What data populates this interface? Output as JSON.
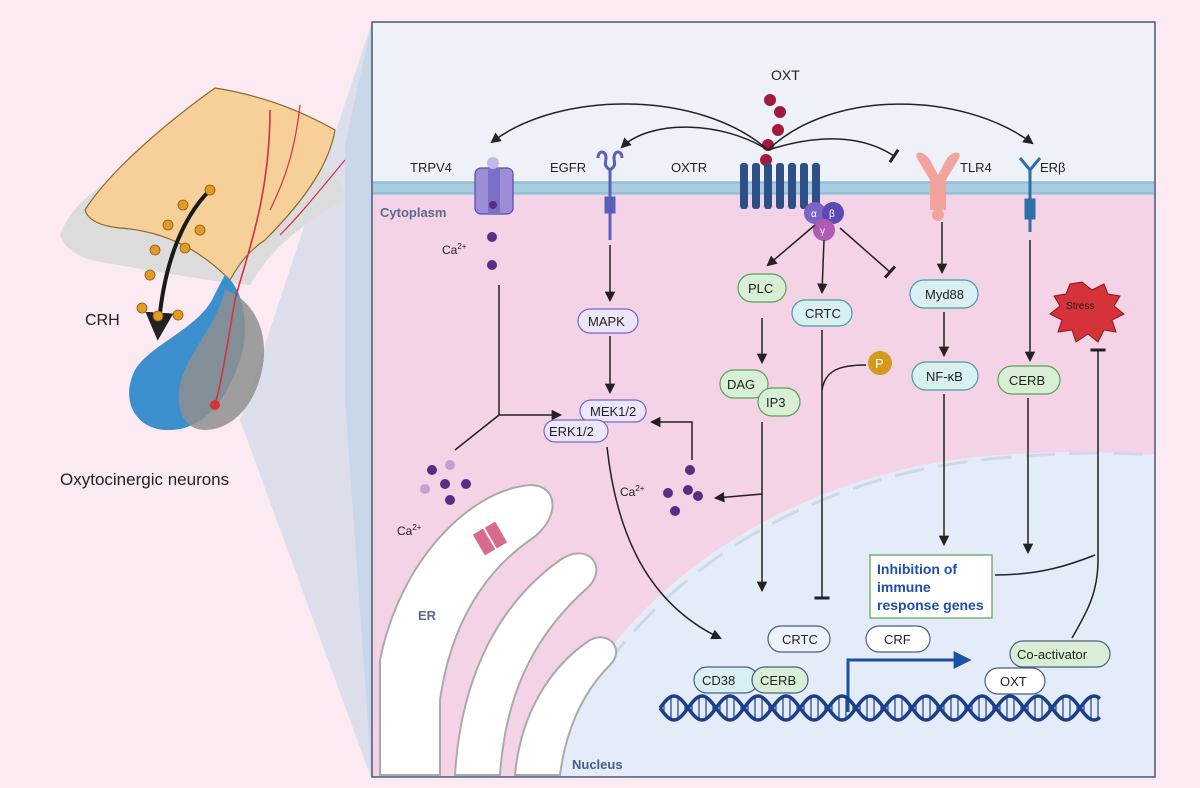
{
  "left_panel": {
    "crh_label": "CRH",
    "caption": "Oxytocinergic neurons"
  },
  "cell": {
    "cytoplasm_label": "Cytoplasm",
    "nucleus_label": "Nucleus",
    "er_label": "ER",
    "oxt_ligand_label": "OXT",
    "receptors": {
      "trpv4": "TRPV4",
      "egfr": "EGFR",
      "oxtr": "OXTR",
      "tlr4": "TLR4",
      "erb": "ERβ"
    },
    "g_protein": {
      "alpha": "α",
      "beta": "β",
      "gamma": "γ"
    },
    "ca_label": "Ca",
    "ca_sup": "2+",
    "nodes": {
      "mapk": "MAPK",
      "mek": "MEK1/2",
      "erk": "ERK1/2",
      "plc": "PLC",
      "dag": "DAG",
      "ip3": "IP3",
      "crtc_cyto": "CRTC",
      "myd88": "Myd88",
      "nfkb": "NF-κB",
      "cerb_cyto": "CERB",
      "p": "P",
      "stress": "Stress",
      "crtc_nuc": "CRTC",
      "crf": "CRF",
      "cd38": "CD38",
      "cerb_nuc": "CERB",
      "coactivator": "Co-activator",
      "oxt_nuc": "OXT"
    },
    "inhibition_box": [
      "Inhibition of",
      "immune",
      "response genes"
    ]
  },
  "colors": {
    "background": "#fbeaf1",
    "cytoplasm": "#f5d3e6",
    "nucleus": "#e3ecf8",
    "membrane": "#a9cde0",
    "ligand": "#a11a3e",
    "ca_dot": "#5b2c83",
    "green_node": "#d8efd6",
    "blue_node": "#d8f0f2",
    "purple_node": "#ece6fa",
    "inhibition_text": "#1f4fa8",
    "stress": "#d6323a",
    "p_circle": "#d49a1c",
    "dna": "#1c3f8a"
  }
}
